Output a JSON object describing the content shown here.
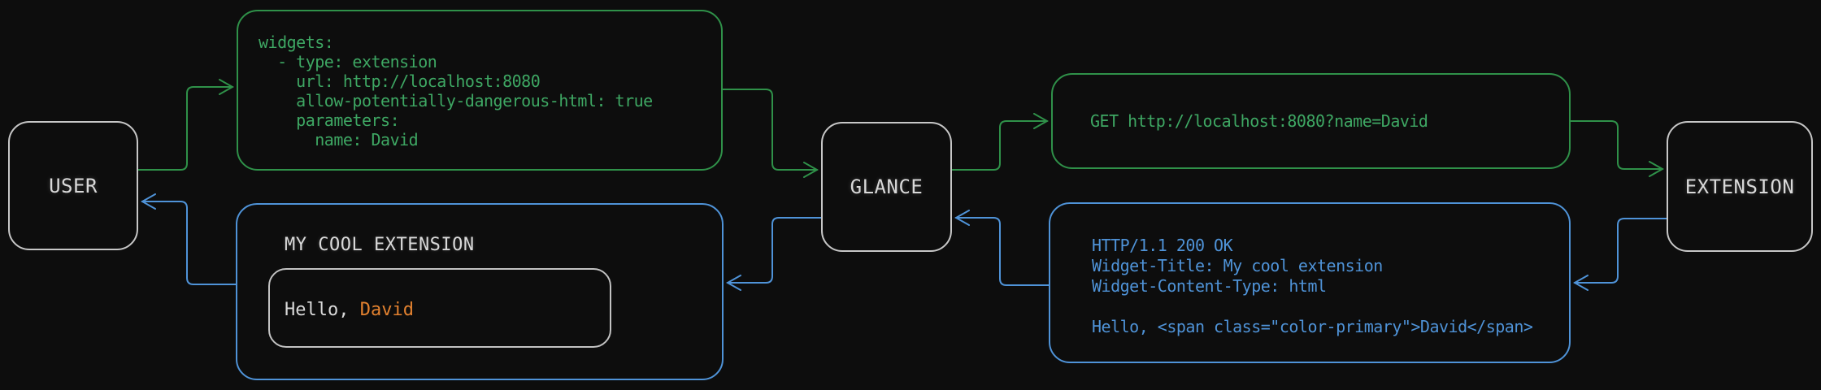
{
  "diagram": {
    "nodes": {
      "user": "USER",
      "glance": "GLANCE",
      "extension": "EXTENSION"
    },
    "yaml_config": "widgets:\n  - type: extension\n    url: http://localhost:8080\n    allow-potentially-dangerous-html: true\n    parameters:\n      name: David",
    "http_request": "GET http://localhost:8080?name=David",
    "http_response": "HTTP/1.1 200 OK\nWidget-Title: My cool extension\nWidget-Content-Type: html\n\nHello, <span class=\"color-primary\">David</span>",
    "rendered_widget": {
      "title": "MY COOL EXTENSION",
      "greeting_prefix": "Hello, ",
      "greeting_name": "David"
    },
    "colors": {
      "request": "#2f9149",
      "request_text": "#3ea763",
      "response": "#4f93d8",
      "accent": "#e2812f",
      "node_border": "#c7c7c7",
      "text": "#d9d9d9",
      "background": "#0d0d0d"
    }
  }
}
